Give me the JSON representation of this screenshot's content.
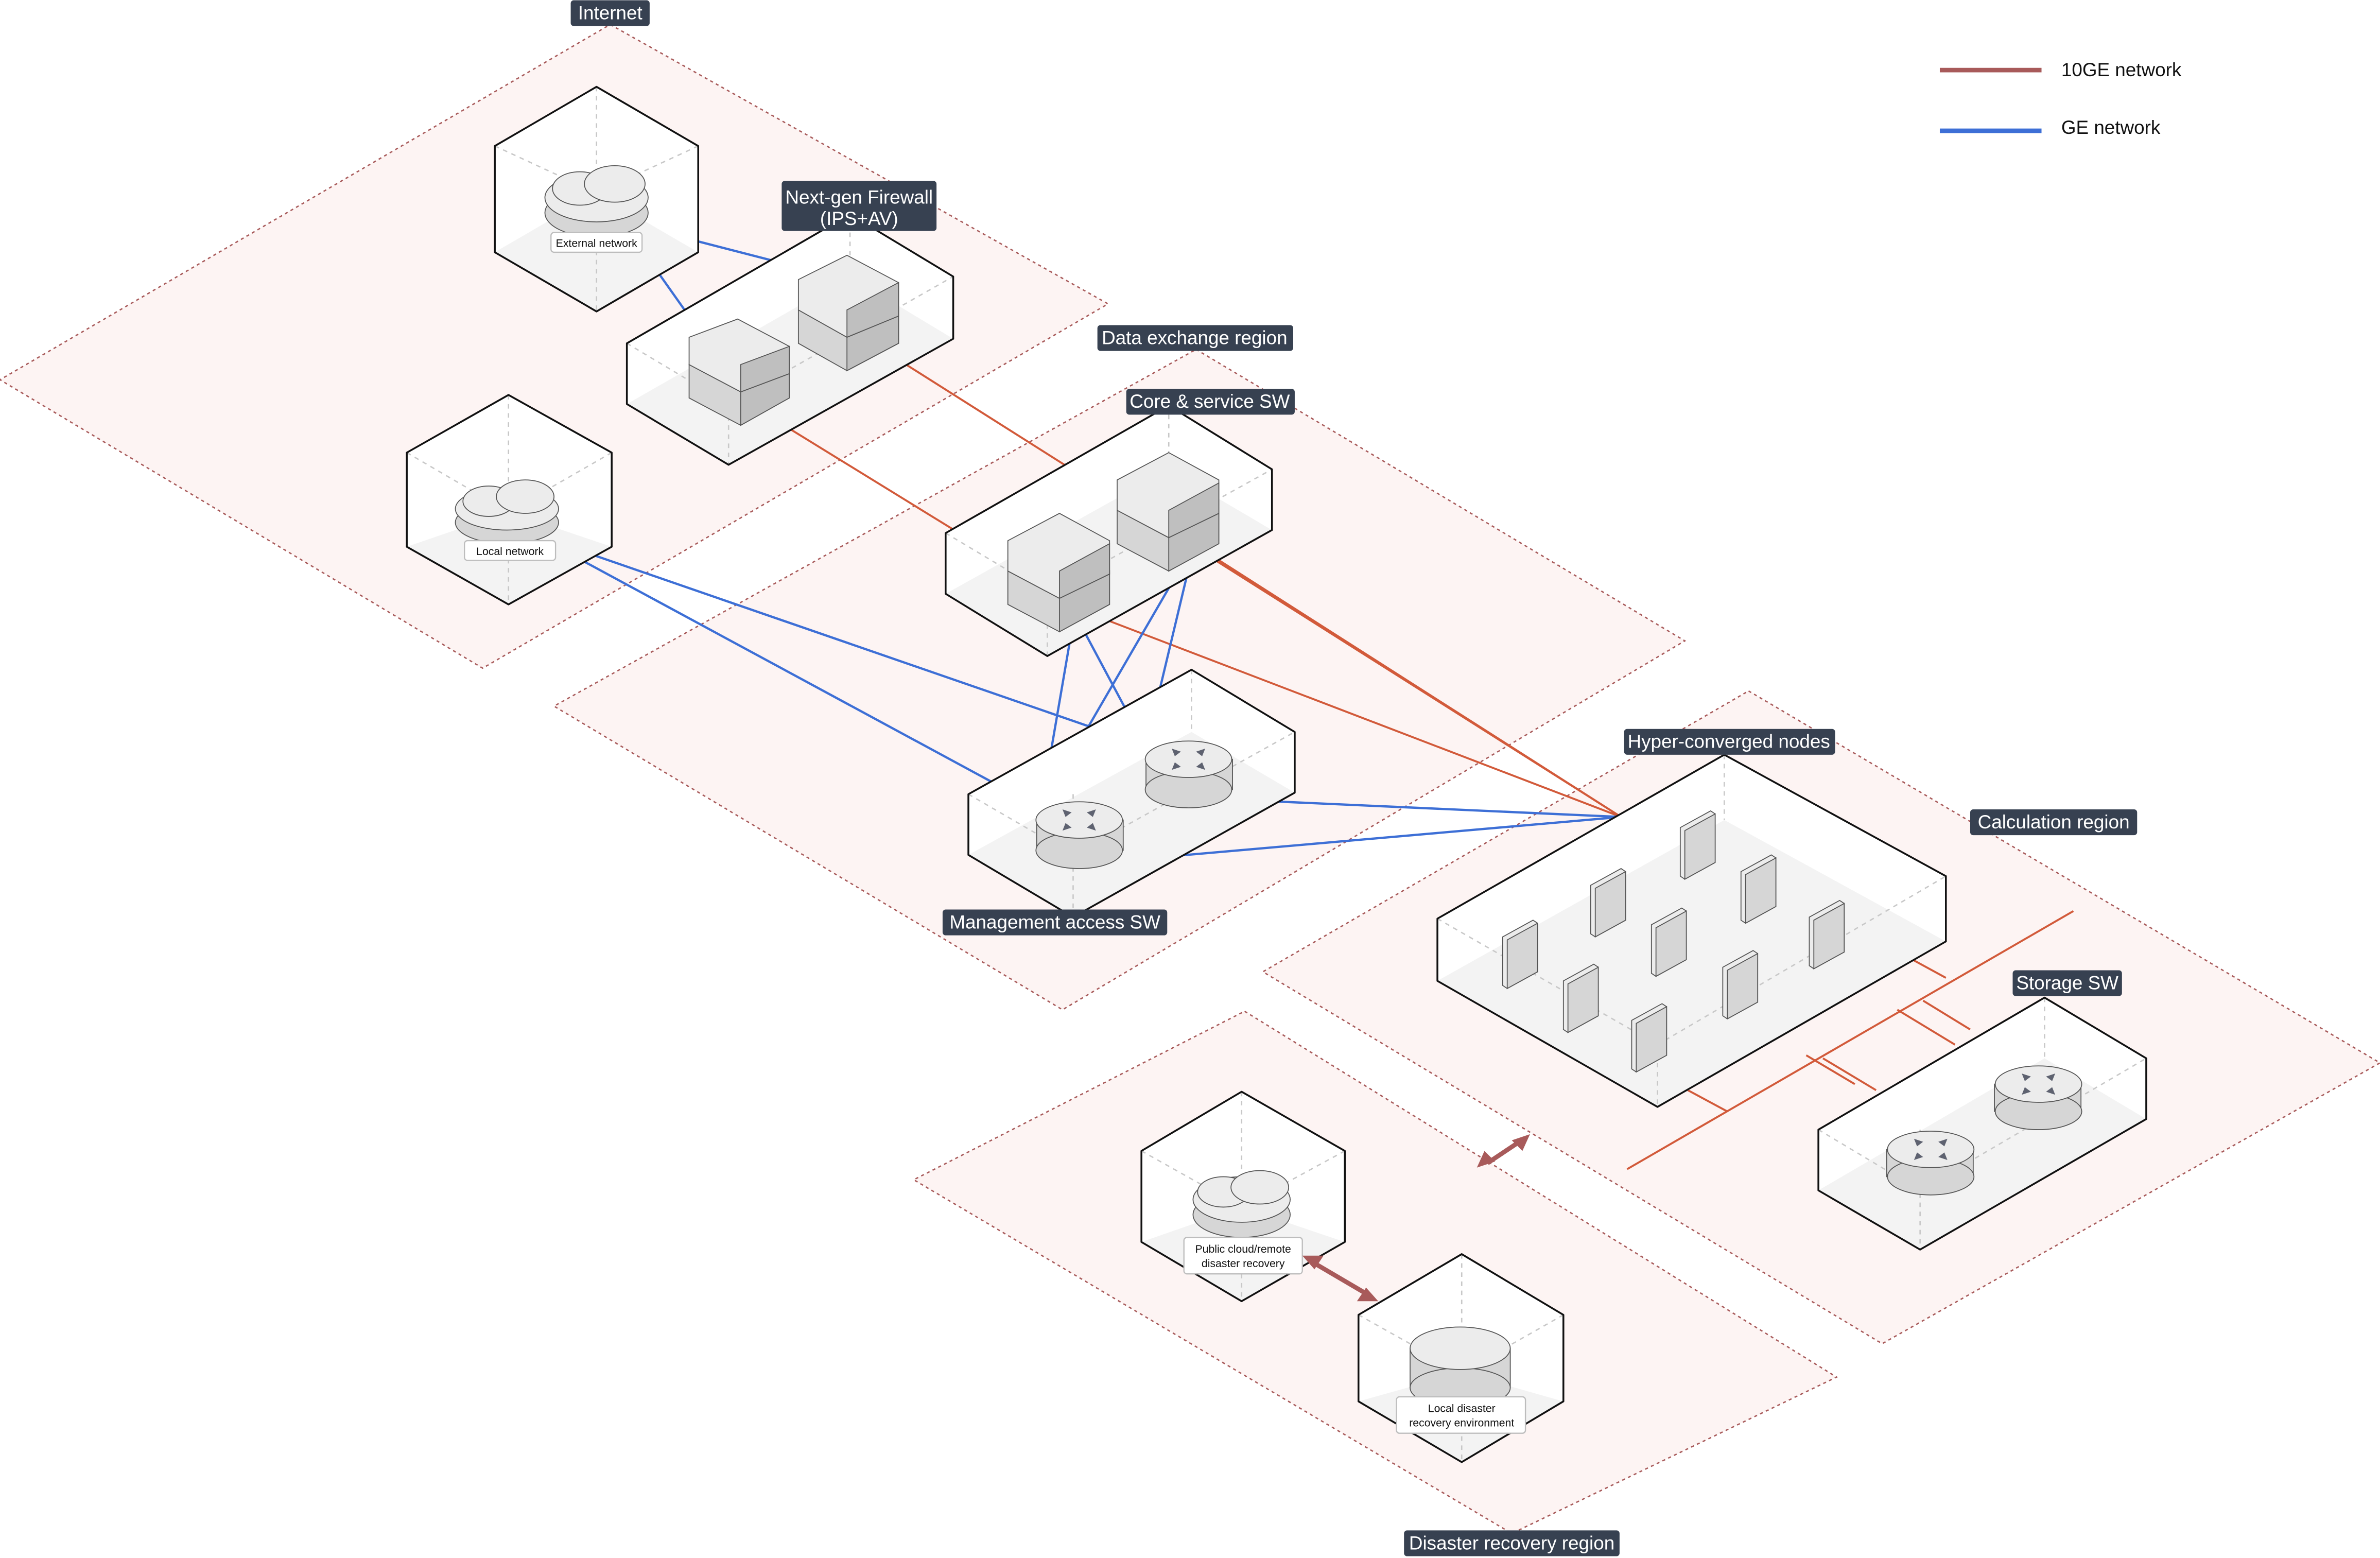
{
  "legend": {
    "items": [
      {
        "label": "10GE network",
        "color": "#a85a5a"
      },
      {
        "label": "GE network",
        "color": "#3d6fd6"
      }
    ]
  },
  "colors": {
    "ten_ge_link": "#d25a3a",
    "ge_link": "#3d6fd6",
    "region_fill": "#fdf4f3",
    "region_border": "#a85a5a",
    "tag_background": "#374151",
    "replication_arrow": "#a85a5a"
  },
  "regions": [
    {
      "id": "internet",
      "label": "Internet"
    },
    {
      "id": "data-exchange",
      "label": "Data exchange region"
    },
    {
      "id": "calculation",
      "label": "Calculation region"
    },
    {
      "id": "disaster-recovery",
      "label": "Disaster recovery region"
    }
  ],
  "nodes": {
    "external_network": {
      "label": "External network",
      "icon": "cloud-icon"
    },
    "local_network": {
      "label": "Local network",
      "icon": "cloud-icon"
    },
    "firewall": {
      "label_line1": "Next-gen Firewall",
      "label_line2": "(IPS+AV)",
      "icon": "firewall-appliance-icon",
      "count": 2
    },
    "core_sw": {
      "label": "Core & service SW",
      "icon": "switch-appliance-icon",
      "count": 2
    },
    "mgmt_sw": {
      "label": "Management access SW",
      "icon": "router-icon",
      "count": 2
    },
    "hci_nodes": {
      "label": "Hyper-converged nodes",
      "icon": "server-rack-icon",
      "count": 9
    },
    "storage_sw": {
      "label": "Storage SW",
      "icon": "router-icon",
      "count": 2
    },
    "public_cloud_dr": {
      "label_line1": "Public cloud/remote",
      "label_line2": "disaster recovery",
      "icon": "cloud-icon"
    },
    "local_dr": {
      "label_line1": "Local disaster",
      "label_line2": "recovery environment",
      "icon": "database-icon"
    }
  }
}
